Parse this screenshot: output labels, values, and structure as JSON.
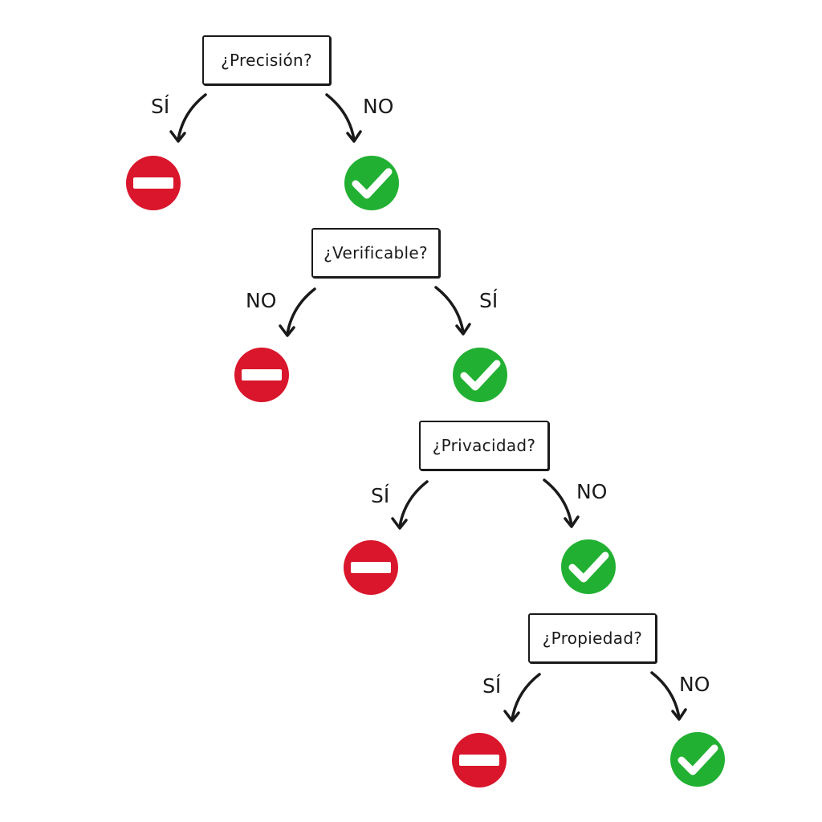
{
  "nodes": [
    {
      "question": "¿Precisión?",
      "left": {
        "label": "SÍ",
        "result": "stop-icon"
      },
      "right": {
        "label": "NO",
        "result": "check-icon"
      }
    },
    {
      "question": "¿Verificable?",
      "left": {
        "label": "NO",
        "result": "stop-icon"
      },
      "right": {
        "label": "SÍ",
        "result": "check-icon"
      }
    },
    {
      "question": "¿Privacidad?",
      "left": {
        "label": "SÍ",
        "result": "stop-icon"
      },
      "right": {
        "label": "NO",
        "result": "check-icon"
      }
    },
    {
      "question": "¿Propiedad?",
      "left": {
        "label": "SÍ",
        "result": "stop-icon"
      },
      "right": {
        "label": "NO",
        "result": "check-icon"
      }
    }
  ],
  "colors": {
    "stop": "#d9162b",
    "check": "#22b032",
    "ink": "#1a1a1a"
  }
}
